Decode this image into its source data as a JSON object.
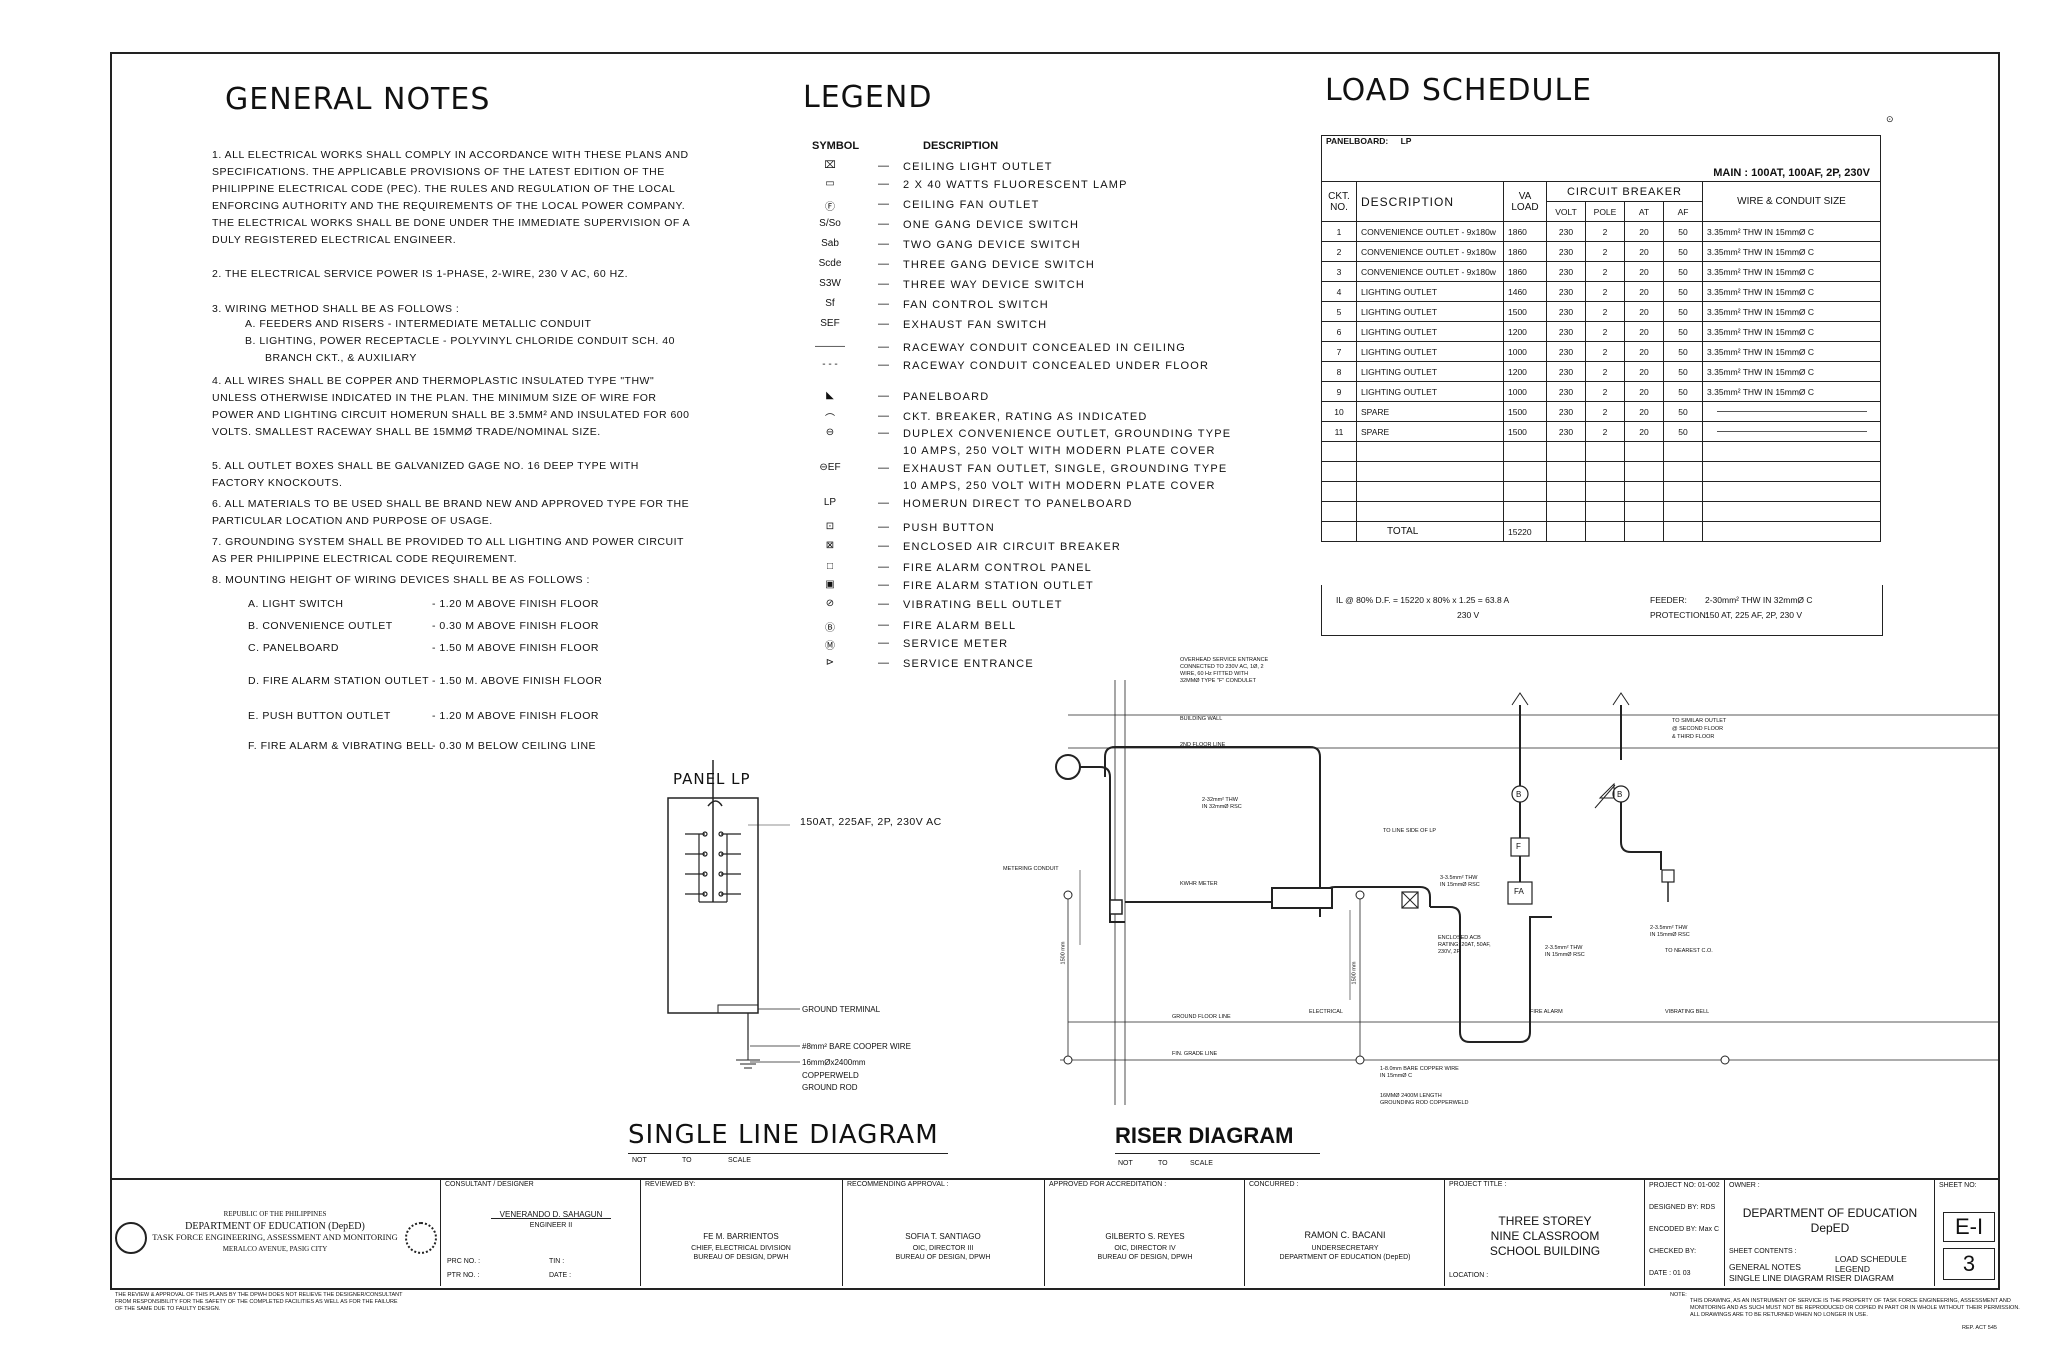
{
  "general_notes": {
    "title": "GENERAL NOTES",
    "notes": [
      "1. ALL ELECTRICAL WORKS SHALL COMPLY IN ACCORDANCE WITH THESE PLANS AND SPECIFICATIONS. THE APPLICABLE PROVISIONS OF THE LATEST EDITION OF THE PHILIPPINE ELECTRICAL CODE (PEC). THE RULES AND REGULATION OF THE LOCAL ENFORCING AUTHORITY AND THE REQUIREMENTS OF THE LOCAL POWER COMPANY. THE ELECTRICAL WORKS SHALL BE DONE UNDER THE IMMEDIATE SUPERVISION OF A DULY REGISTERED ELECTRICAL ENGINEER.",
      "2. THE ELECTRICAL SERVICE POWER IS 1-PHASE, 2-WIRE, 230 V AC, 60 Hz.",
      "3. WIRING METHOD SHALL BE AS FOLLOWS :",
      "4. ALL WIRES SHALL BE COPPER AND THERMOPLASTIC INSULATED TYPE \"THW\" UNLESS OTHERWISE INDICATED IN THE PLAN. THE MINIMUM SIZE OF WIRE FOR POWER AND LIGHTING CIRCUIT HOMERUN SHALL BE 3.5mm² AND INSULATED FOR 600 VOLTS. SMALLEST RACEWAY SHALL BE 15mmØ TRADE/NOMINAL SIZE.",
      "5. ALL OUTLET BOXES SHALL BE GALVANIZED GAGE NO. 16 DEEP TYPE WITH FACTORY KNOCKOUTS.",
      "6. ALL MATERIALS TO BE USED SHALL BE BRAND NEW AND APPROVED TYPE FOR THE PARTICULAR LOCATION AND PURPOSE OF USAGE.",
      "7. GROUNDING SYSTEM SHALL BE PROVIDED TO ALL LIGHTING AND POWER CIRCUIT AS PER PHILIPPINE ELECTRICAL CODE REQUIREMENT.",
      "8. MOUNTING HEIGHT OF WIRING DEVICES SHALL BE AS FOLLOWS :"
    ],
    "wiring": [
      "a. FEEDERS AND RISERS - INTERMEDIATE METALLIC CONDUIT",
      "b. LIGHTING, POWER RECEPTACLE - POLYVINYL CHLORIDE CONDUIT SCH. 40",
      "BRANCH CKT., & AUXILIARY"
    ],
    "mounting": [
      {
        "item": "a. LIGHT SWITCH",
        "value": "- 1.20 M ABOVE FINISH FLOOR"
      },
      {
        "item": "b. CONVENIENCE OUTLET",
        "value": "- 0.30 M ABOVE FINISH FLOOR"
      },
      {
        "item": "c. PANELBOARD",
        "value": "- 1.50 M ABOVE FINISH FLOOR"
      },
      {
        "item": "d. FIRE ALARM STATION OUTLET",
        "value": "- 1.50 M. ABOVE FINISH FLOOR"
      },
      {
        "item": "e. PUSH BUTTON OUTLET",
        "value": "- 1.20 M ABOVE FINISH FLOOR"
      },
      {
        "item": "f. FIRE ALARM & VIBRATING BELL",
        "value": "- 0.30 M BELOW CEILING LINE"
      }
    ]
  },
  "legend": {
    "title": "LEGEND",
    "symbol_header": "SYMBOL",
    "description_header": "DESCRIPTION",
    "items": [
      {
        "symbol": "⌧",
        "desc": "CEILING LIGHT OUTLET"
      },
      {
        "symbol": "▭",
        "desc": "2 x 40 WATTS FLUORESCENT LAMP"
      },
      {
        "symbol": "Ⓕ",
        "desc": "CEILING FAN OUTLET"
      },
      {
        "symbol": "S/So",
        "desc": "ONE GANG DEVICE SWITCH"
      },
      {
        "symbol": "Sab",
        "desc": "TWO GANG DEVICE SWITCH"
      },
      {
        "symbol": "Scde",
        "desc": "THREE GANG DEVICE SWITCH"
      },
      {
        "symbol": "S3W",
        "desc": "THREE WAY DEVICE SWITCH"
      },
      {
        "symbol": "Sf",
        "desc": "FAN CONTROL SWITCH"
      },
      {
        "symbol": "SEF",
        "desc": "EXHAUST FAN SWITCH"
      },
      {
        "symbol": "———",
        "desc": "RACEWAY CONDUIT CONCEALED IN CEILING"
      },
      {
        "symbol": "- - -",
        "desc": "RACEWAY CONDUIT CONCEALED UNDER FLOOR"
      },
      {
        "symbol": "◣",
        "desc": "PANELBOARD"
      },
      {
        "symbol": "⌒",
        "desc": "CKT. BREAKER, RATING AS INDICATED"
      },
      {
        "symbol": "⊖",
        "desc": "DUPLEX CONVENIENCE OUTLET, GROUNDING TYPE 10 AMPS, 250 VOLT WITH MODERN PLATE COVER"
      },
      {
        "symbol": "⊖EF",
        "desc": "EXHAUST FAN OUTLET, SINGLE, GROUNDING TYPE 10 AMPS, 250 VOLT WITH MODERN PLATE COVER"
      },
      {
        "symbol": "LP",
        "desc": "HOMERUN DIRECT TO PANELBOARD"
      },
      {
        "symbol": "⊡",
        "desc": "PUSH BUTTON"
      },
      {
        "symbol": "⊠",
        "desc": "ENCLOSED AIR CIRCUIT BREAKER"
      },
      {
        "symbol": "□",
        "desc": "FIRE ALARM CONTROL PANEL"
      },
      {
        "symbol": "▣",
        "desc": "FIRE ALARM STATION OUTLET"
      },
      {
        "symbol": "⊘",
        "desc": "VIBRATING BELL OUTLET"
      },
      {
        "symbol": "Ⓑ",
        "desc": "FIRE ALARM BELL"
      },
      {
        "symbol": "Ⓜ",
        "desc": "SERVICE METER"
      },
      {
        "symbol": "⊳",
        "desc": "SERVICE ENTRANCE"
      }
    ]
  },
  "load_schedule": {
    "title": "LOAD SCHEDULE",
    "panelboard_label": "PANELBOARD:",
    "panelboard_value": "LP",
    "main": "MAIN : 100AT, 100AF, 2P, 230V",
    "headers": {
      "ckt": "CKT. NO.",
      "description": "DESCRIPTION",
      "va": "VA LOAD",
      "breaker": "CIRCUIT BREAKER",
      "volt": "VOLT",
      "pole": "POLE",
      "at": "AT",
      "af": "AF",
      "wire": "WIRE & CONDUIT SIZE"
    },
    "rows": [
      {
        "ckt": "1",
        "desc": "CONVENIENCE OUTLET - 9x180w",
        "va": "1860",
        "volt": "230",
        "pole": "2",
        "at": "20",
        "af": "50",
        "wire": "3.35mm² THW IN 15mmØ C"
      },
      {
        "ckt": "2",
        "desc": "CONVENIENCE OUTLET - 9x180w",
        "va": "1860",
        "volt": "230",
        "pole": "2",
        "at": "20",
        "af": "50",
        "wire": "3.35mm² THW IN 15mmØ C"
      },
      {
        "ckt": "3",
        "desc": "CONVENIENCE OUTLET - 9x180w",
        "va": "1860",
        "volt": "230",
        "pole": "2",
        "at": "20",
        "af": "50",
        "wire": "3.35mm² THW IN 15mmØ C"
      },
      {
        "ckt": "4",
        "desc": "LIGHTING OUTLET",
        "va": "1460",
        "volt": "230",
        "pole": "2",
        "at": "20",
        "af": "50",
        "wire": "3.35mm² THW IN 15mmØ C"
      },
      {
        "ckt": "5",
        "desc": "LIGHTING OUTLET",
        "va": "1500",
        "volt": "230",
        "pole": "2",
        "at": "20",
        "af": "50",
        "wire": "3.35mm² THW IN 15mmØ C"
      },
      {
        "ckt": "6",
        "desc": "LIGHTING OUTLET",
        "va": "1200",
        "volt": "230",
        "pole": "2",
        "at": "20",
        "af": "50",
        "wire": "3.35mm² THW IN 15mmØ C"
      },
      {
        "ckt": "7",
        "desc": "LIGHTING OUTLET",
        "va": "1000",
        "volt": "230",
        "pole": "2",
        "at": "20",
        "af": "50",
        "wire": "3.35mm² THW IN 15mmØ C"
      },
      {
        "ckt": "8",
        "desc": "LIGHTING OUTLET",
        "va": "1200",
        "volt": "230",
        "pole": "2",
        "at": "20",
        "af": "50",
        "wire": "3.35mm² THW IN 15mmØ C"
      },
      {
        "ckt": "9",
        "desc": "LIGHTING OUTLET",
        "va": "1000",
        "volt": "230",
        "pole": "2",
        "at": "20",
        "af": "50",
        "wire": "3.35mm² THW IN 15mmØ C"
      },
      {
        "ckt": "10",
        "desc": "SPARE",
        "va": "1500",
        "volt": "230",
        "pole": "2",
        "at": "20",
        "af": "50",
        "wire": ""
      },
      {
        "ckt": "11",
        "desc": "SPARE",
        "va": "1500",
        "volt": "230",
        "pole": "2",
        "at": "20",
        "af": "50",
        "wire": ""
      }
    ],
    "total_label": "TOTAL",
    "total_value": "15220",
    "il_formula": "IL @ 80% D.F. = 15220 x 80% x 1.25 = 63.8 A",
    "il_divisor": "230 V",
    "feeder_label": "FEEDER:",
    "feeder_value": "2-30mm² THW IN 32mmØ C",
    "protection_label": "PROTECTION:",
    "protection_value": "150 AT, 225 AF, 2P, 230 V"
  },
  "panel_lp": {
    "title": "PANEL LP",
    "rating": "150AT, 225AF, 2P, 230V AC",
    "ground_terminal": "GROUND TERMINAL",
    "bare_wire": "#8mm² BARE COOPER WIRE",
    "rod1": "16mmØx2400mm",
    "rod2": "COPPERWELD",
    "rod3": "GROUND ROD"
  },
  "single_line": {
    "title": "SINGLE LINE DIAGRAM",
    "not": "NOT",
    "to": "TO",
    "scale": "SCALE"
  },
  "riser": {
    "title": "RISER DIAGRAM",
    "not": "NOT",
    "to": "TO",
    "scale": "SCALE",
    "overhead1": "OVERHEAD SERVICE ENTRANCE",
    "overhead2": "CONNECTED TO 230V AC, 1Ø, 2",
    "overhead3": "WIRE, 60 Hz FITTED WITH",
    "overhead4": "32MMØ TYPE \"F\" CONDULET",
    "building_wall": "BUILDING WALL",
    "second_floor": "2ND FLOOR LINE",
    "to_similar1": "TO SIMILAR OUTLET",
    "to_similar2": "@ SECOND FLOOR",
    "to_similar3": "& THIRD FLOOR",
    "wire_a1": "2-32mm² THW",
    "wire_a2": "IN 32mmØ RSC",
    "to_line_side": "TO LINE SIDE OF LP",
    "metering": "METERING CONDUIT",
    "kwhr": "KWHR METER",
    "wire_b1": "3-3.5mm² THW",
    "wire_b2": "IN 15mmØ RSC",
    "acb1": "ENCLOSED ACB",
    "acb2": "RATING: 20AT, 50AF,",
    "acb3": "230V, 2P",
    "wire_c1": "2-3.5mm² THW",
    "wire_c2": "IN 15mmØ RSC",
    "wire_d1": "2-3.5mm² THW",
    "wire_d2": "IN 15mmØ RSC",
    "to_nearest": "TO NEAREST C.O.",
    "dim1": "1500 mm",
    "dim2": "1500 mm",
    "ground_floor": "GROUND FLOOR LINE",
    "electrical": "ELECTRICAL",
    "fire_alarm": "FIRE ALARM",
    "vibrating": "VIBRATING BELL",
    "fin_grade": "FIN. GRADE LINE",
    "copper1": "1-8.0mm BARE COPPER WIRE",
    "copper2": "IN 15mmØ C",
    "rod1": "16MMØ 2400M LENGTH",
    "rod2": "GROUNDING ROD COPPERWELD",
    "f_label": "F",
    "fa_label": "FA",
    "b_label": "B"
  },
  "title_block": {
    "republic": "REPUBLIC OF THE PHILIPPINES",
    "dept": "DEPARTMENT OF EDUCATION (DepED)",
    "task_force": "TASK FORCE ENGINEERING, ASSESSMENT AND MONITORING",
    "address": "MERALCO AVENUE, PASIG CITY",
    "consultant_label": "CONSULTANT / DESIGNER",
    "consultant_name": "VENERANDO D. SAHAGUN",
    "consultant_title": "ENGINEER II",
    "prc": "PRC NO. :",
    "tin": "TIN :",
    "ptr": "PTR NO. :",
    "date": "DATE :",
    "reviewed_label": "REVIEWED BY:",
    "reviewed_name": "FE M. BARRIENTOS",
    "reviewed_title1": "CHIEF, ELECTRICAL DIVISION",
    "reviewed_title2": "BUREAU OF DESIGN, DPWH",
    "recommending_label": "RECOMMENDING APPROVAL :",
    "recommending_name": "SOFIA T. SANTIAGO",
    "recommending_title1": "OIC, DIRECTOR III",
    "recommending_title2": "BUREAU OF DESIGN, DPWH",
    "approved_label": "APPROVED FOR ACCREDITATION :",
    "approved_name": "GILBERTO S. REYES",
    "approved_title1": "OIC, DIRECTOR IV",
    "approved_title2": "BUREAU OF DESIGN, DPWH",
    "concurred_label": "CONCURRED :",
    "concurred_name": "RAMON C. BACANI",
    "concurred_title1": "UNDERSECRETARY",
    "concurred_title2": "DEPARTMENT OF EDUCATION (DepED)",
    "project_label": "PROJECT TITLE :",
    "project1": "THREE STOREY",
    "project2": "NINE CLASSROOM",
    "project3": "SCHOOL BUILDING",
    "location_label": "LOCATION :",
    "project_no": "PROJECT NO: 01-002",
    "designed": "DESIGNED BY: RDS",
    "encoded": "ENCODED BY: Max C",
    "checked": "CHECKED BY:",
    "date_val": "DATE : 01 03",
    "owner_label": "OWNER :",
    "owner1": "DEPARTMENT OF EDUCATION",
    "owner2": "DepED",
    "sheet_contents": "SHEET CONTENTS :",
    "contents1": "GENERAL NOTES",
    "contents1b": "LOAD SCHEDULE",
    "contents2": "LEGEND",
    "contents3": "SINGLE LINE DIAGRAM RISER DIAGRAM",
    "sheet_no_label": "SHEET NO:",
    "sheet_code": "E-I",
    "sheet_num": "3"
  },
  "footer": {
    "left1": "THE REVIEW & APPROVAL OF THIS PLANS BY THE DPWH DOES NOT RELIEVE THE DESIGNER/CONSULTANT",
    "left2": "FROM RESPONSIBILITY FOR THE SAFETY OF THE COMPLETED FACILITIES AS WELL AS FOR THE FAILURE",
    "left3": "OF THE SAME DUE TO FAULTY DESIGN.",
    "note": "NOTE:",
    "right1": "THIS DRAWING, AS AN INSTRUMENT OF SERVICE IS THE PROPERTY OF TASK FORCE ENGINEERING, ASSESSMENT AND",
    "right2": "MONITORING AND AS SUCH MUST NOT BE REPRODUCED OR COPIED IN PART OR IN WHOLE WITHOUT THEIR PERMISSION.",
    "right3": "ALL DRAWINGS ARE TO BE RETURNED WHEN NO LONGER IN USE.",
    "rep": "REP. ACT 545"
  }
}
